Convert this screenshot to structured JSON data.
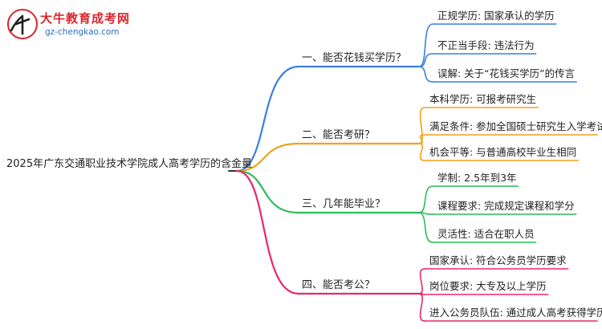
{
  "logo": {
    "title": "大牛教育成考网",
    "url": "gz-chengkao.com"
  },
  "root": "2025年广东交通职业技术学院成人高考学历的含金量",
  "branches": [
    {
      "label": "一、能否花钱买学历？",
      "color": "#3b7fe0",
      "leaves": [
        "正规学历: 国家承认的学历",
        "不正当手段: 违法行为",
        "误解: 关于“花钱买学历”的传言"
      ]
    },
    {
      "label": "二、能否考研？",
      "color": "#f0a11a",
      "leaves": [
        "本科学历: 可报考研究生",
        "满足条件: 参加全国硕士研究生入学考试",
        "机会平等: 与普通高校毕业生相同"
      ]
    },
    {
      "label": "三、几年能毕业？",
      "color": "#2dbb5a",
      "leaves": [
        "学制: 2.5年到3年",
        "课程要求: 完成规定课程和学分",
        "灵活性: 适合在职人员"
      ]
    },
    {
      "label": "四、能否考公？",
      "color": "#e8286b",
      "leaves": [
        "国家承认: 符合公务员学历要求",
        "岗位要求: 大专及以上学历",
        "进入公务员队伍: 通过成人高考获得学历"
      ]
    }
  ]
}
